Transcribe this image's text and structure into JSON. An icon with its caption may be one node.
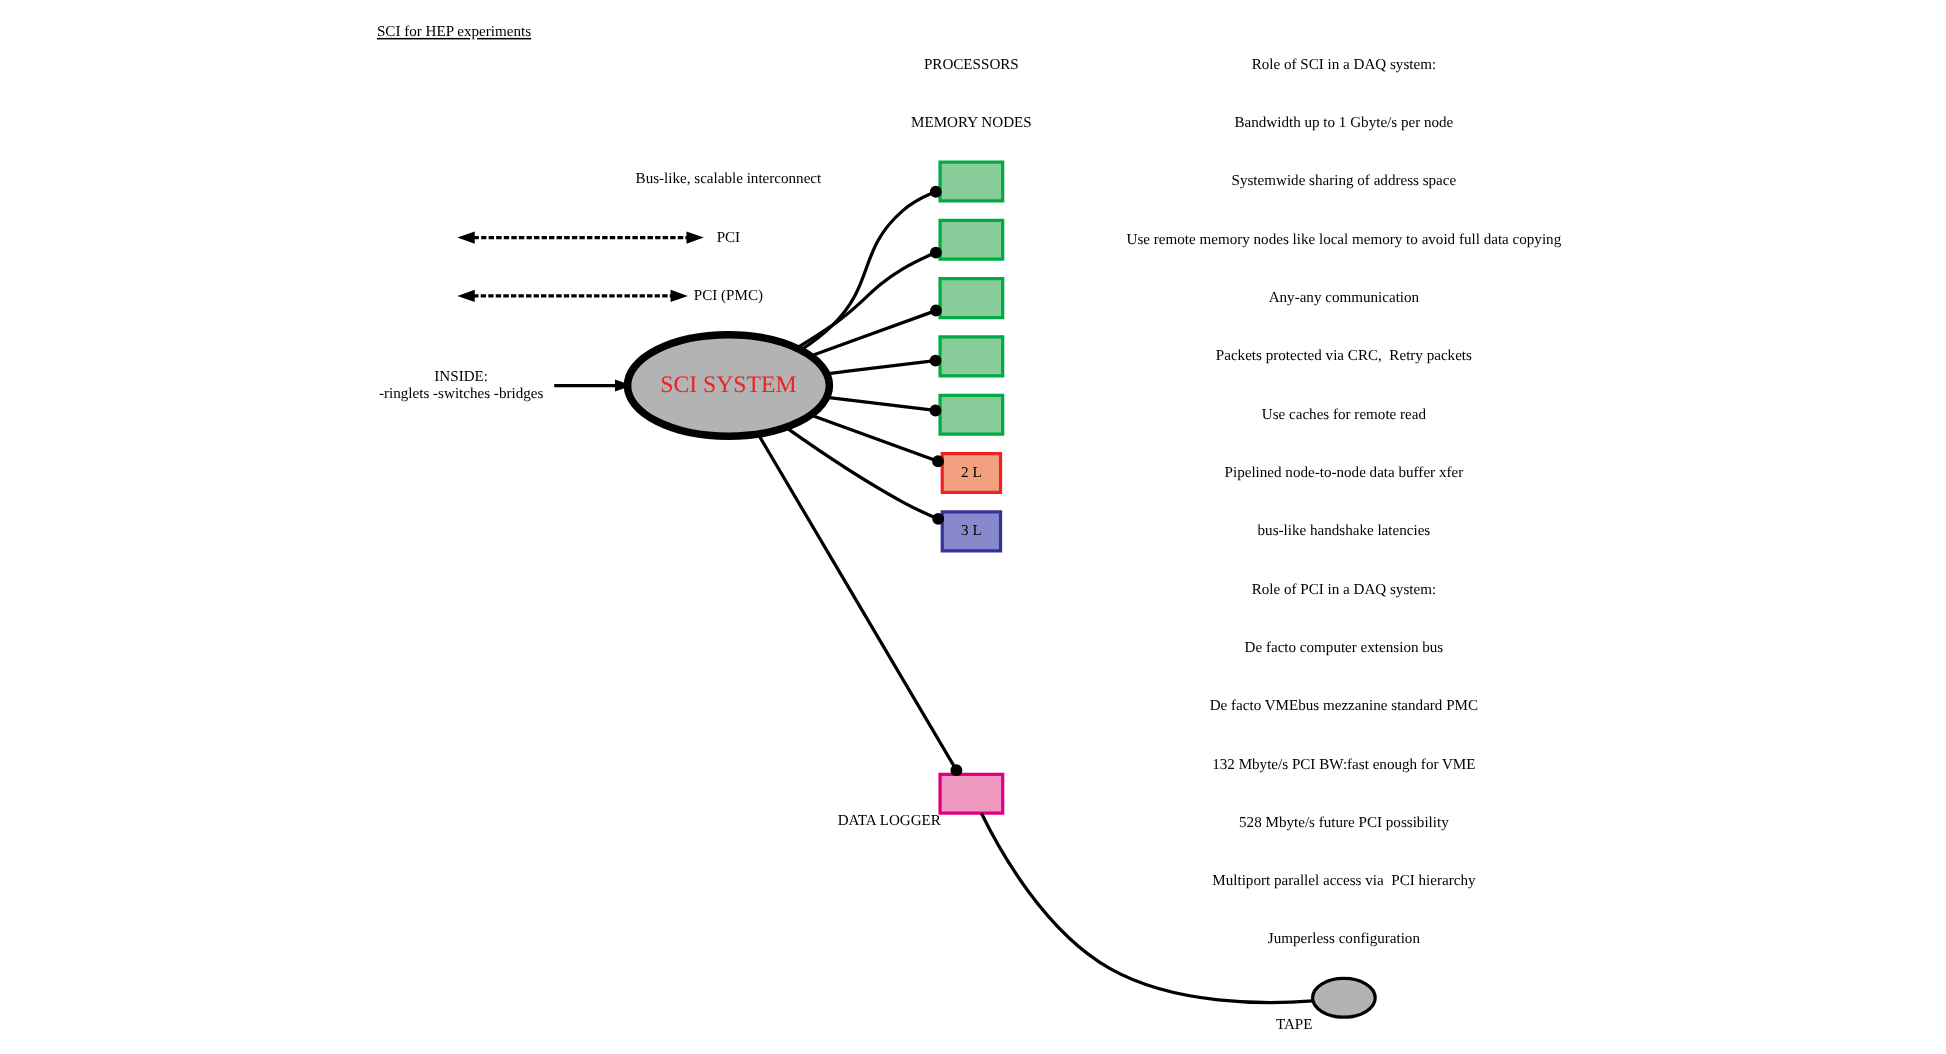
{
  "diagram": {
    "title": "SCI for HEP experiments",
    "nodes": [
      {
        "text": [
          "SCI SYSTEM"
        ]
      },
      {
        "text": [],
        "shape": "box"
      },
      {
        "text": [],
        "shape": "box"
      },
      {
        "text": [],
        "shape": "box"
      },
      {
        "text": [],
        "shape": "box"
      },
      {
        "text": [],
        "shape": "box"
      },
      {
        "text": [
          "2 L"
        ]
      },
      {
        "text": [
          "3 L"
        ]
      },
      {
        "text": [],
        "shape": "box",
        "beside": [
          "DATA LOGGER"
        ]
      },
      {
        "text": [],
        "shape": "circle",
        "beside": [
          "TAPE"
        ]
      },
      {
        "text": [
          "INSIDE:",
          "-ringlets -switches -bridges"
        ]
      },
      {
        "text": [
          "PCI (PMC)"
        ]
      },
      {
        "text": [
          "PCI"
        ]
      }
    ],
    "edges": [
      {
        "from": 0,
        "to": 1,
        "arrow": "other"
      },
      {
        "from": 0,
        "to": 2,
        "arrow": "other"
      },
      {
        "from": 0,
        "to": 3,
        "arrow": "other"
      },
      {
        "from": 0,
        "to": 4,
        "arrow": "other"
      },
      {
        "from": 0,
        "to": 5,
        "arrow": "other"
      },
      {
        "from": 0,
        "to": 6,
        "arrow": "other"
      },
      {
        "from": 0,
        "to": 7,
        "arrow": "other"
      },
      {
        "from": 0,
        "to": 8,
        "arrow": "other"
      },
      {
        "from": 8,
        "to": 9,
        "arrow": "none"
      },
      {
        "from": 10,
        "to": 0,
        "arrow": "to"
      },
      {
        "from": null,
        "to": 11,
        "arrow": "both",
        "style": "dashed"
      },
      {
        "from": null,
        "to": 12,
        "arrow": "both",
        "style": "dashed"
      }
    ],
    "labels": [
      "Bus-like, scalable interconnect",
      "Role of SCI in a DAQ system:",
      "Bandwidth up to 1 Gbyte/s per node",
      "Systemwide sharing of address space",
      "Use remote memory nodes like local memory to avoid full data copying",
      "Any-any communication",
      "Packets protected via CRC,  Retry packets",
      "Use caches for remote read",
      "Pipelined node-to-node data buffer xfer",
      "bus-like handshake latencies",
      "Role of PCI in a DAQ system:",
      "De facto computer extension bus",
      "De facto VMEbus mezzanine standard PMC",
      "132 Mbyte/s PCI BW:fast enough for VME",
      "528 Mbyte/s future PCI possibility",
      "Multiport parallel access via  PCI hierarchy",
      "Jumperless configuration",
      "MEMORY NODES",
      "PROCESSORS"
    ]
  }
}
